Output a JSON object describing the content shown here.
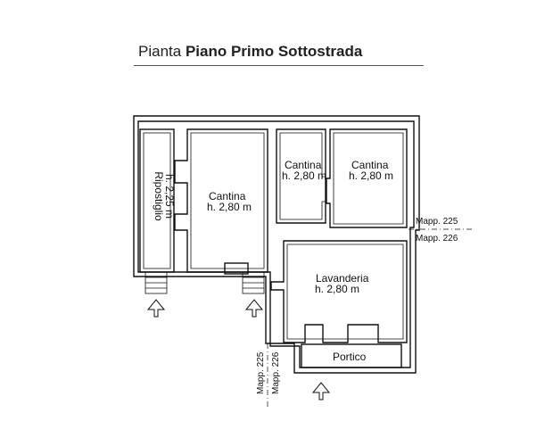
{
  "title": {
    "prefix": "Pianta",
    "bold": "Piano Primo Sottostrada"
  },
  "rooms": {
    "ripostiglio": {
      "name": "Ripostiglio",
      "height": "h. 2,25 m"
    },
    "cantina_main": {
      "name": "Cantina",
      "height": "h. 2,80 m"
    },
    "cantina_small": {
      "name": "Cantina",
      "height": "h. 2,80 m"
    },
    "cantina_right": {
      "name": "Cantina",
      "height": "h. 2,80 m"
    },
    "lavanderia": {
      "name": "Lavanderia",
      "height": "h. 2,80 m"
    },
    "portico": {
      "name": "Portico"
    }
  },
  "mapp": {
    "right_top": "Mapp. 225",
    "right_bottom": "Mapp. 226",
    "bottom_left": "Mapp. 225",
    "bottom_right": "Mapp. 226"
  }
}
